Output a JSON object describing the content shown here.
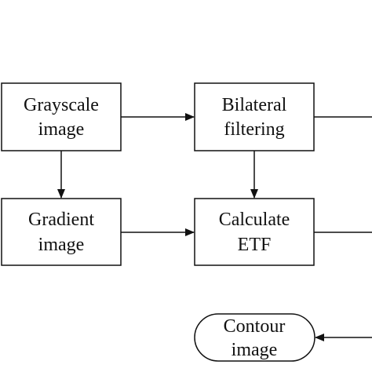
{
  "nodes": {
    "grayscale": {
      "line1": "Grayscale",
      "line2": "image"
    },
    "bilateral": {
      "line1": "Bilateral",
      "line2": "filtering"
    },
    "gradient": {
      "line1": "Gradient",
      "line2": "image"
    },
    "etf": {
      "line1": "Calculate",
      "line2": "ETF"
    },
    "contour": {
      "line1": "Contour",
      "line2": "image"
    }
  },
  "colors": {
    "stroke": "#111111",
    "background": "#ffffff"
  }
}
